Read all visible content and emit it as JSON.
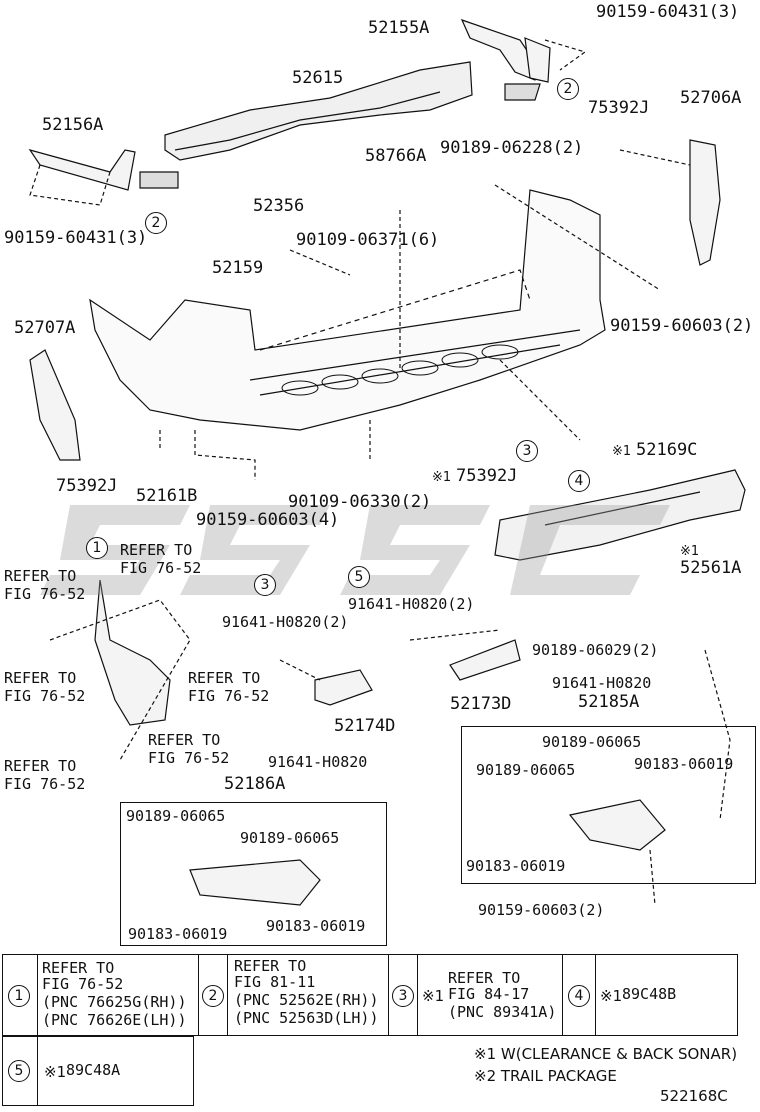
{
  "parts": {
    "p52155A": "52155A",
    "p90159_60431_top": "90159-60431(3)",
    "p52615": "52615",
    "p75392J_top": "75392J",
    "p52706A": "52706A",
    "p52156A": "52156A",
    "p58766A": "58766A",
    "p90189_06228": "90189-06228(2)",
    "p52356": "52356",
    "p90109_06371": "90109-06371(6)",
    "p90159_60431_left": "90159-60431(3)",
    "p52159": "52159",
    "p90159_60603_right": "90159-60603(2)",
    "p52707A": "52707A",
    "p52169C": "52169C",
    "p75392J_mid": "75392J",
    "p75392J_left": "75392J",
    "p52161B": "52161B",
    "p90109_06330": "90109-06330(2)",
    "p90159_60603_4": "90159-60603(4)",
    "p52561A": "52561A",
    "p91641_H0820_2a": "91641-H0820(2)",
    "p91641_H0820_2b": "91641-H0820(2)",
    "p90189_06029": "90189-06029(2)",
    "p91641_H0820_a": "91641-H0820",
    "p52173D": "52173D",
    "p52185A": "52185A",
    "p52174D": "52174D",
    "p91641_H0820_b": "91641-H0820",
    "p52186A": "52186A",
    "p90189_06065_r1": "90189-06065",
    "p90189_06065_r2": "90189-06065",
    "p90183_06019_r1": "90183-06019",
    "p90183_06019_r2": "90183-06019",
    "p90159_60603_bottom": "90159-60603(2)",
    "p90189_06065_l1": "90189-06065",
    "p90189_06065_l2": "90189-06065",
    "p90183_06019_l1": "90183-06019",
    "p90183_06019_l2": "90183-06019"
  },
  "refers": {
    "refer_to": "REFER TO",
    "fig_76_52": "FIG 76-52"
  },
  "marks": {
    "asterisk1": "※1",
    "c1": "1",
    "c2": "2",
    "c3": "3",
    "c4": "4",
    "c5": "5"
  },
  "legend": {
    "l1_line1": "REFER TO",
    "l1_line2": "FIG 76-52",
    "l1_line3": "(PNC 76625G(RH))",
    "l1_line4": "(PNC 76626E(LH))",
    "l2_line1": "REFER TO",
    "l2_line2": "FIG 81-11",
    "l2_line3": "(PNC 52562E(RH))",
    "l2_line4": "(PNC 52563D(LH))",
    "l3_prefix": "※1",
    "l3_line1": "REFER TO",
    "l3_line2": "FIG 84-17",
    "l3_line3": "(PNC 89341A)",
    "l4_prefix": "※1",
    "l4_part": "89C48B",
    "l5_prefix": "※1",
    "l5_part": "89C48A",
    "note1": "※1 W(CLEARANCE & BACK SONAR)",
    "note2": "※2 TRAIL PACKAGE",
    "fig_id": "522168C"
  },
  "colors": {
    "line": "#111111",
    "watermark": "#9a9a9a",
    "part_fill": "#f4f4f4"
  }
}
